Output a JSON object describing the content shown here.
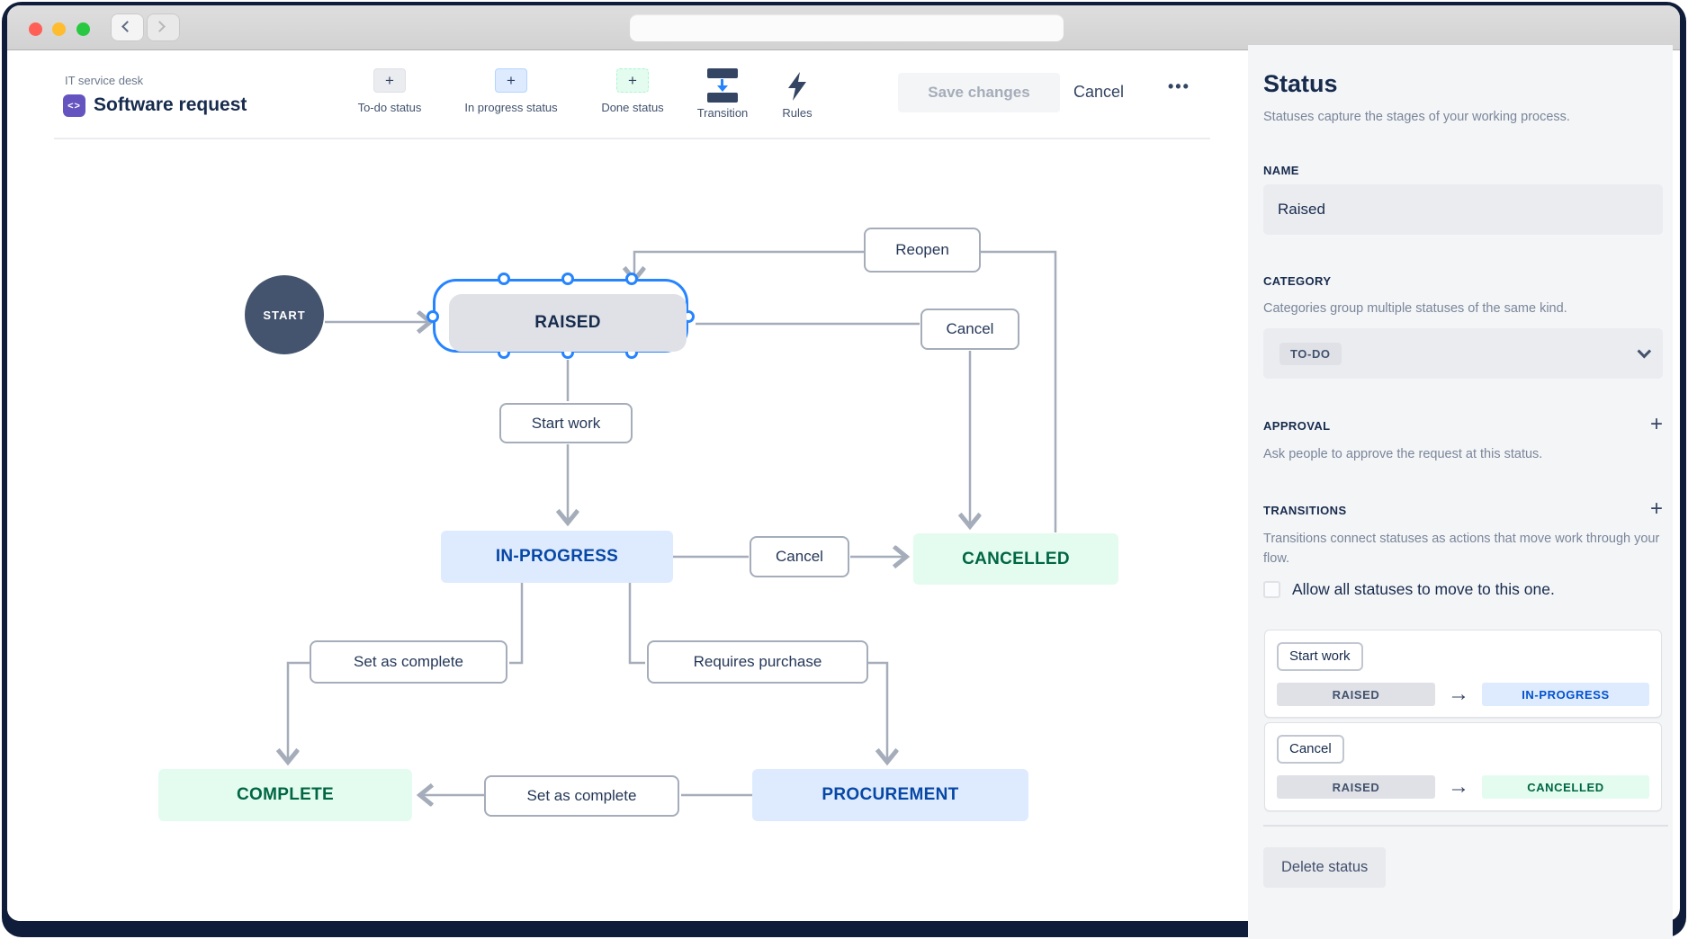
{
  "colors": {
    "accent_blue": "#2684ff",
    "link_blue": "#0052cc",
    "navy_text": "#172b4d",
    "gray_text": "#7a869a",
    "todo_gray_bg": "#dfe1e6",
    "inprogress_blue_bg": "#deebff",
    "done_green_bg": "#e3fcef",
    "purple_brand": "#6554c0",
    "connector_gray": "#a5adba",
    "traffic_red": "#ff5f57",
    "traffic_yellow": "#febc2e",
    "traffic_green": "#28c840"
  },
  "icons": {
    "plus": "+",
    "arrow_right": "→",
    "more": "•••",
    "project_glyph": "<>"
  },
  "header": {
    "project": "IT service desk",
    "title": "Software request",
    "toolbar": [
      {
        "label": "To-do status"
      },
      {
        "label": "In progress status"
      },
      {
        "label": "Done status"
      },
      {
        "label": "Transition"
      },
      {
        "label": "Rules"
      }
    ],
    "save_label": "Save changes",
    "cancel_label": "Cancel"
  },
  "diagram": {
    "start_label": "START",
    "statuses": [
      {
        "label": "RAISED",
        "category": "to-do",
        "selected": true
      },
      {
        "label": "IN-PROGRESS",
        "category": "in-progress"
      },
      {
        "label": "CANCELLED",
        "category": "done"
      },
      {
        "label": "COMPLETE",
        "category": "done"
      },
      {
        "label": "PROCUREMENT",
        "category": "in-progress"
      }
    ],
    "transition_labels": [
      "Reopen",
      "Cancel",
      "Start work",
      "Cancel",
      "Set as complete",
      "Requires purchase",
      "Set as complete"
    ]
  },
  "panel": {
    "title": "Status",
    "subtitle": "Statuses capture the stages of your working process.",
    "name": {
      "label": "NAME",
      "value": "Raised"
    },
    "category": {
      "label": "CATEGORY",
      "help": "Categories group multiple statuses of the same kind.",
      "value": "TO-DO"
    },
    "approval": {
      "label": "APPROVAL",
      "help": "Ask people to approve the request at this status."
    },
    "transitions": {
      "label": "TRANSITIONS",
      "help": "Transitions connect statuses as actions that move work through your flow.",
      "allow_all": "Allow all statuses to move to this one.",
      "cards": [
        {
          "name": "Start work",
          "from": "RAISED",
          "to": "IN-PROGRESS"
        },
        {
          "name": "Cancel",
          "from": "RAISED",
          "to": "CANCELLED"
        }
      ]
    },
    "delete_label": "Delete status"
  }
}
